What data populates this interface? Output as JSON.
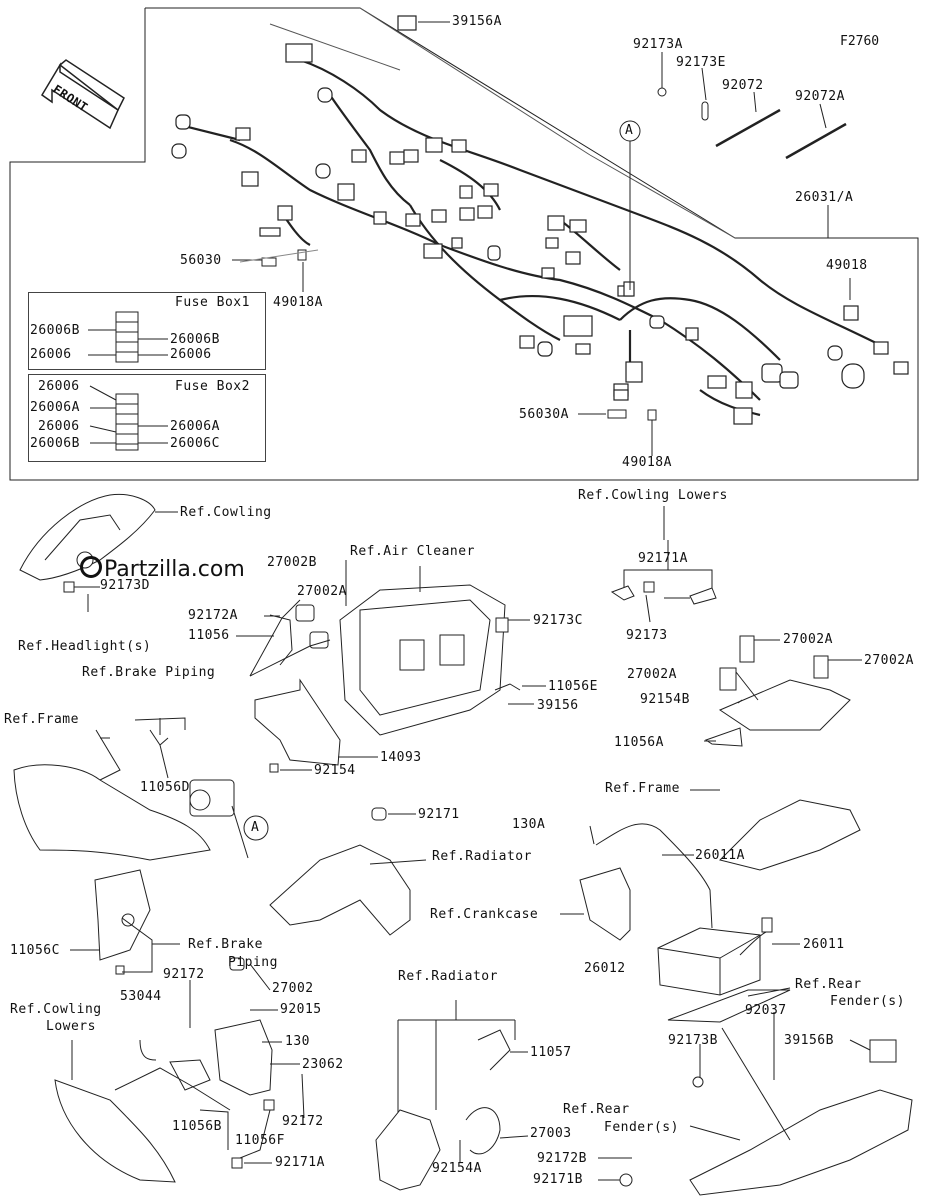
{
  "figure_id": "F2760",
  "watermark": "Partzilla.com",
  "front_marker": "FRONT",
  "fuse_box1": {
    "title": "Fuse Box1",
    "l1": "26006B",
    "l2": "26006",
    "r1": "26006B",
    "r2": "26006"
  },
  "fuse_box2": {
    "title": "Fuse Box2",
    "l1": "26006",
    "l2": "26006A",
    "l3": "26006",
    "l4": "26006B",
    "r1": "26006A",
    "r2": "26006C"
  },
  "labels": {
    "p39156A": "39156A",
    "p92173A": "92173A",
    "p92173E": "92173E",
    "p92072": "92072",
    "p92072A": "92072A",
    "p26031A": "26031/A",
    "p49018": "49018",
    "p56030": "56030",
    "p49018A_1": "49018A",
    "p56030A": "56030A",
    "p49018A_2": "49018A",
    "circleA": "A",
    "refCowling": "Ref.Cowling",
    "p92173D": "92173D",
    "refHeadlight": "Ref.Headlight(s)",
    "p27002B": "27002B",
    "p27002A_1": "27002A",
    "p92172A": "92172A",
    "p11056": "11056",
    "refAirCleaner": "Ref.Air Cleaner",
    "p92173C": "92173C",
    "p11056E": "11056E",
    "p39156": "39156",
    "p14093": "14093",
    "refBrakePiping1": "Ref.Brake Piping",
    "refFrame1": "Ref.Frame",
    "p11056D": "11056D",
    "p92154": "92154",
    "refCowlingLowers1": "Ref.Cowling Lowers",
    "p92171A_1": "92171A",
    "p92173": "92173",
    "p27002A_2": "27002A",
    "p27002A_3": "27002A",
    "p27002A_4": "27002A",
    "p92154B": "92154B",
    "p11056A": "11056A",
    "refFrame2": "Ref.Frame",
    "p92171": "92171",
    "refRadiator1": "Ref.Radiator",
    "p130A": "130A",
    "p26011A": "26011A",
    "refCrankcase": "Ref.Crankcase",
    "p26011": "26011",
    "p26012": "26012",
    "refRearFender1a": "Ref.Rear",
    "refRearFender1b": "Fender(s)",
    "p11056C": "11056C",
    "refBrakePiping2a": "Ref.Brake",
    "refBrakePiping2b": "Piping",
    "p92172_1": "92172",
    "p27002": "27002",
    "p53044": "53044",
    "p92015": "92015",
    "refCowlingLowers2a": "Ref.Cowling",
    "refCowlingLowers2b": "Lowers",
    "p130": "130",
    "p23062": "23062",
    "p11056B": "11056B",
    "p92172_2": "92172",
    "p11056F": "11056F",
    "p92171A_2": "92171A",
    "refRadiator2": "Ref.Radiator",
    "p11057": "11057",
    "p27003": "27003",
    "p92154A": "92154A",
    "p92037": "92037",
    "p39156B": "39156B",
    "p92173B": "92173B",
    "refRearFender2a": "Ref.Rear",
    "refRearFender2b": "Fender(s)",
    "p92172B": "92172B",
    "p92171B": "92171B"
  }
}
